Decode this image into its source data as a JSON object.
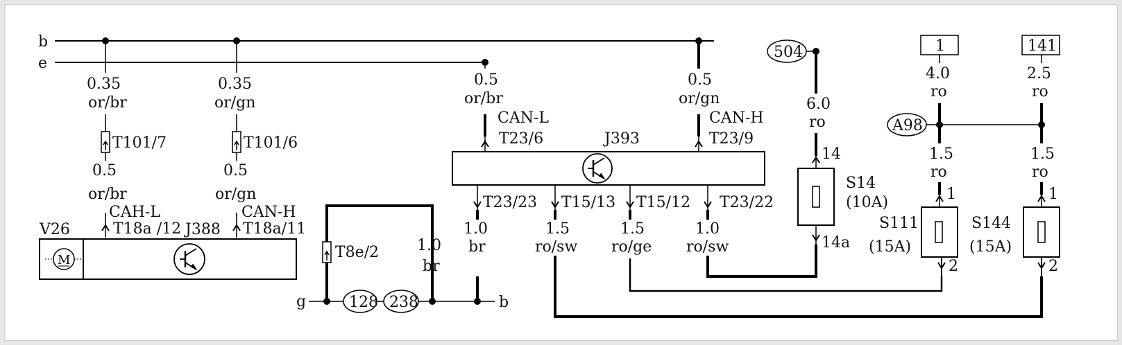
{
  "colors": {
    "wire": "#000000",
    "background": "#ffffff",
    "page": "#e6e6e6"
  },
  "buses": {
    "b": "b",
    "e": "e"
  },
  "tap1": {
    "size": "0.35",
    "color": "or/br",
    "connector": "T101/7",
    "size2": "0.5",
    "color2": "or/br",
    "pin_name": "CAH-L",
    "pin": "T18a /12"
  },
  "tap2": {
    "size": "0.35",
    "color": "or/gn",
    "connector": "T101/6",
    "size2": "0.5",
    "color2": "or/gn",
    "pin_name": "CAN-H",
    "pin": "T18a/11"
  },
  "v26": {
    "label": "V26",
    "ecu": "J388"
  },
  "left_ground": {
    "connector": "T8e/2",
    "size": "1.0",
    "color": "br",
    "g_label": "g",
    "n128": "128",
    "n238": "238",
    "b_label": "b"
  },
  "j393": {
    "label": "J393",
    "can_l": {
      "size": "0.5",
      "color": "or/br",
      "name": "CAN-L",
      "pin": "T23/6"
    },
    "can_h": {
      "size": "0.5",
      "color": "or/gn",
      "name": "CAN-H",
      "pin": "T23/9"
    },
    "outs": [
      {
        "pin": "T23/23",
        "size": "1.0",
        "color": "br"
      },
      {
        "pin": "T15/13",
        "size": "1.5",
        "color": "ro/sw"
      },
      {
        "pin": "T15/12",
        "size": "1.5",
        "color": "ro/ge"
      },
      {
        "pin": "T23/22",
        "size": "1.0",
        "color": "ro/sw"
      }
    ]
  },
  "s14": {
    "node": "504",
    "size": "6.0",
    "color": "ro",
    "pin_in": "14",
    "label": "S14",
    "rating": "(10A)",
    "pin_out": "14a"
  },
  "s111": {
    "ref": "1",
    "size": "4.0",
    "color": "ro",
    "node": "A98",
    "size2": "1.5",
    "color2": "ro",
    "pin_in": "1",
    "label": "S111",
    "rating": "(15A)",
    "pin_out": "2"
  },
  "s144": {
    "ref": "141",
    "size": "2.5",
    "color": "ro",
    "size2": "1.5",
    "color2": "ro",
    "pin_in": "1",
    "label": "S144",
    "rating": "(15A)",
    "pin_out": "2"
  }
}
